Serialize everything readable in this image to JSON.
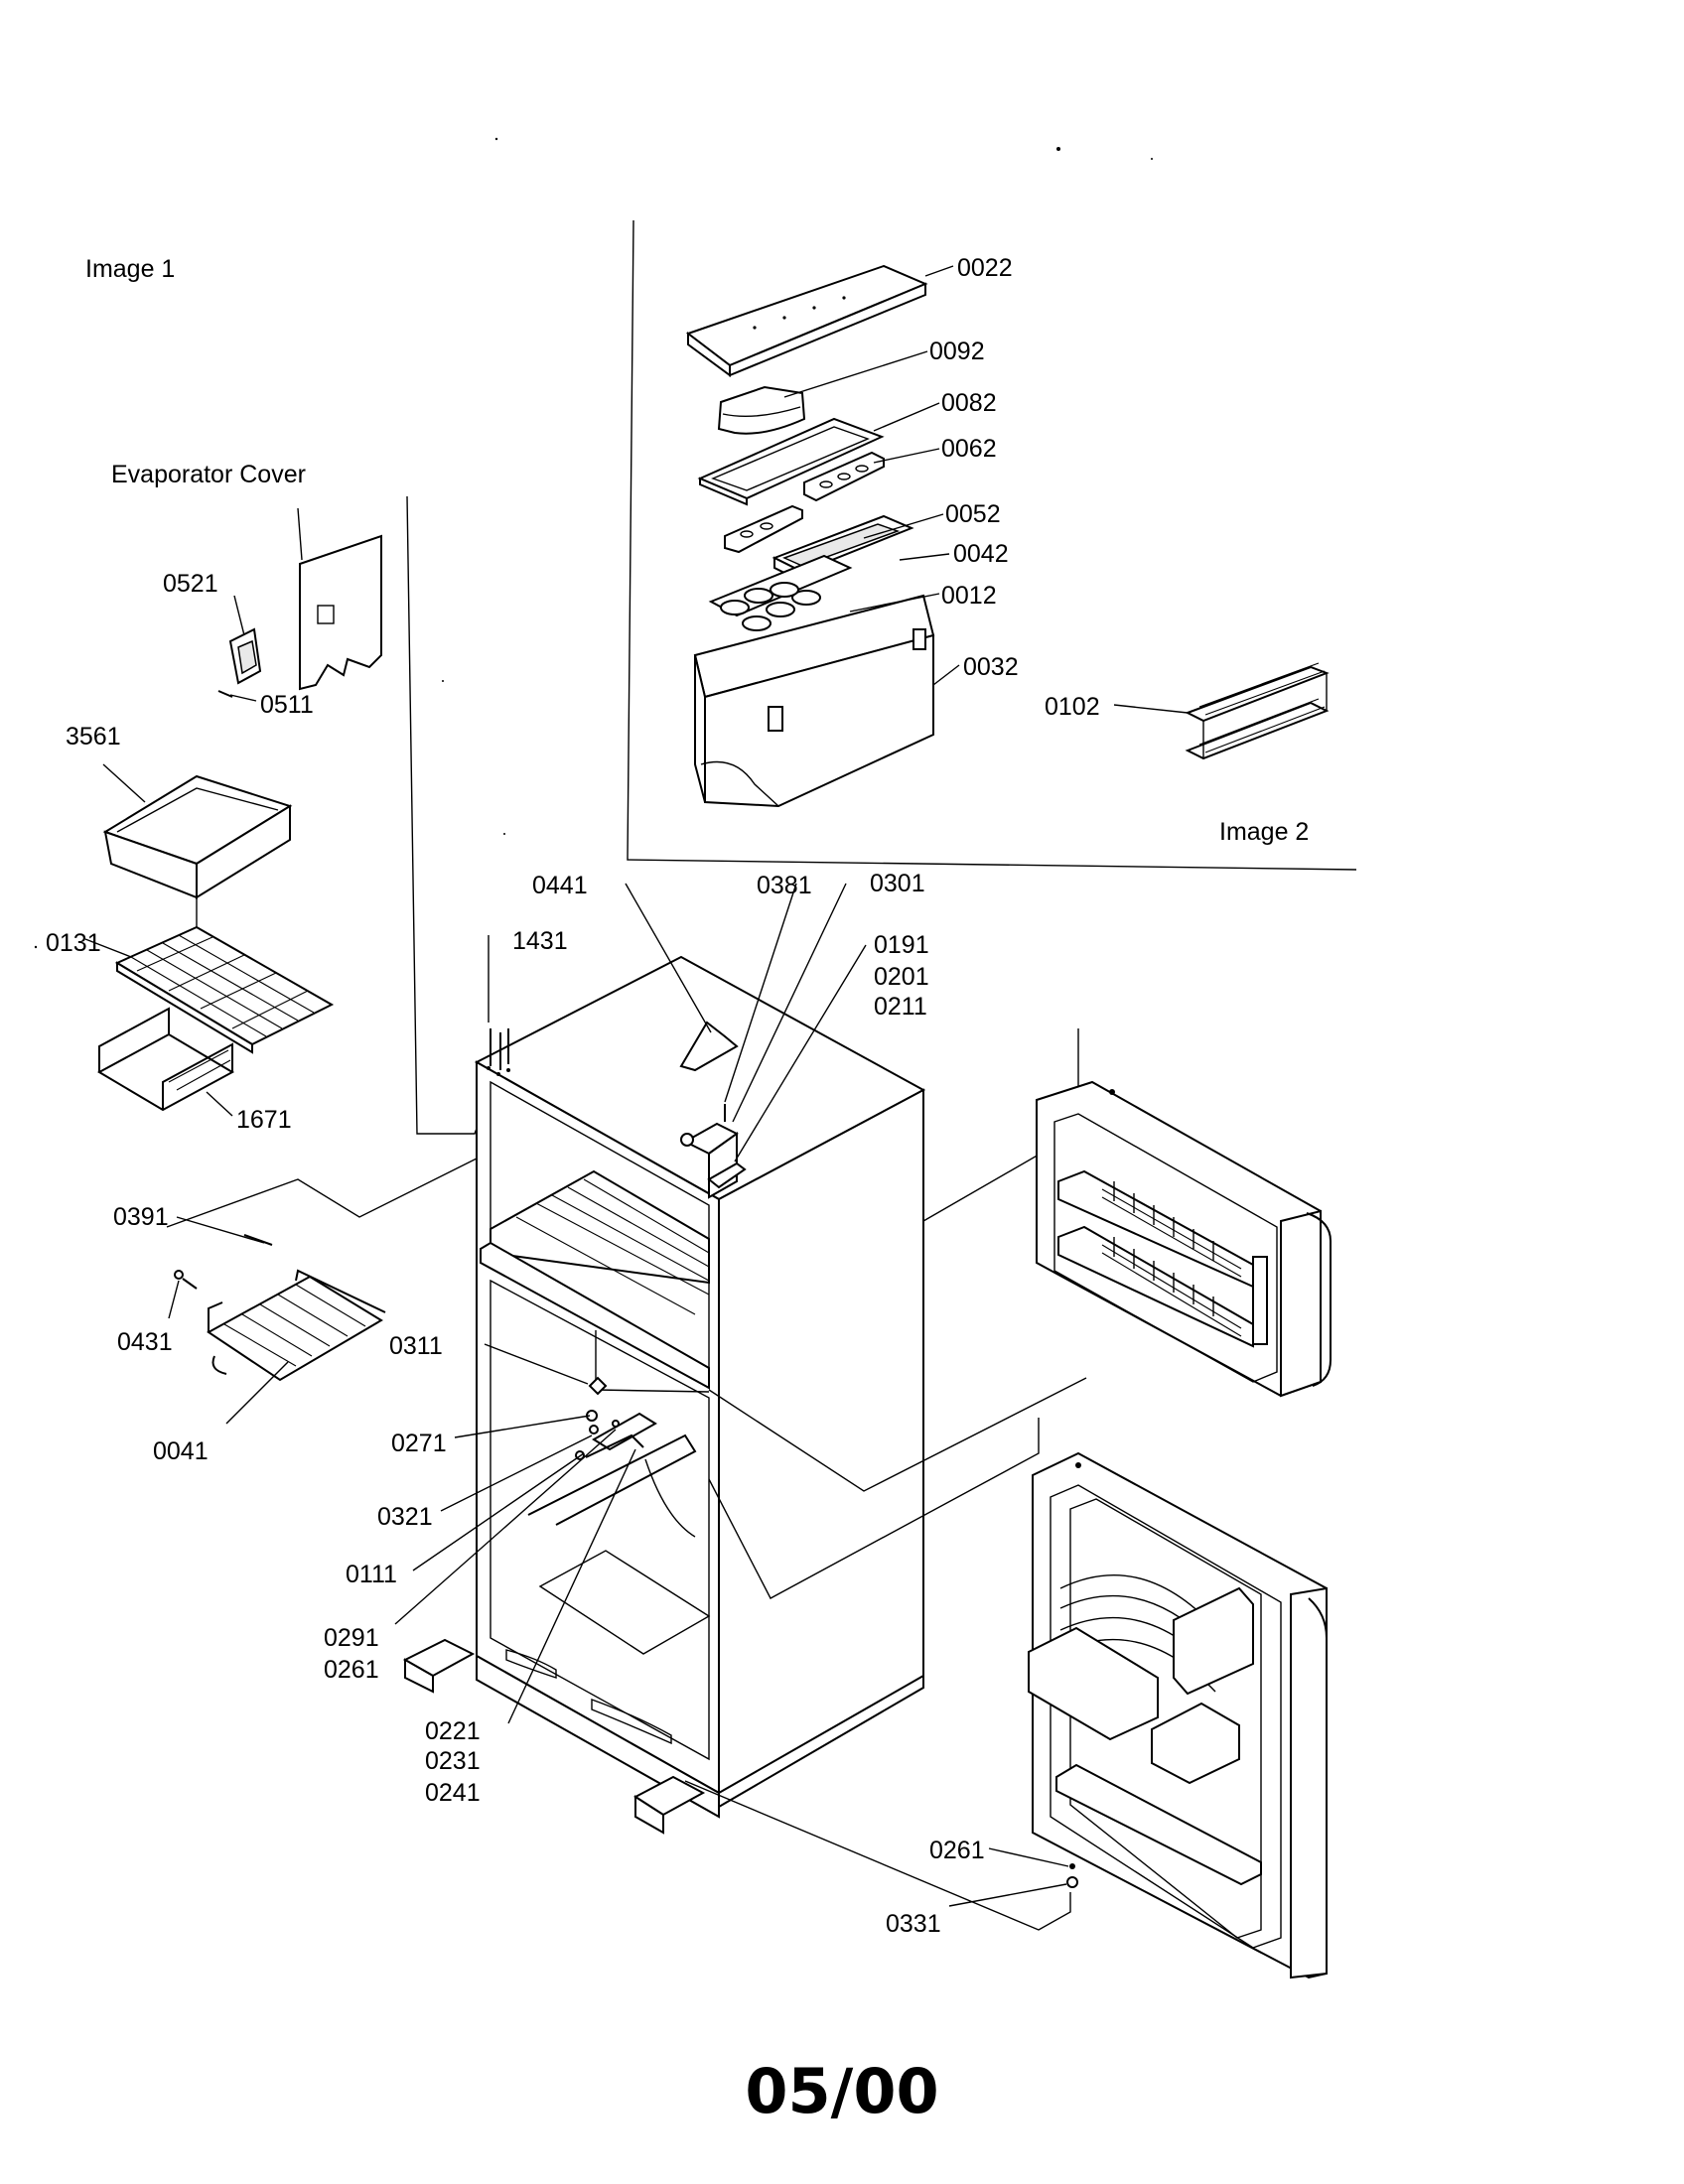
{
  "captions": {
    "image1": "Image 1",
    "image2": "Image 2",
    "evaporator_cover": "Evaporator Cover"
  },
  "footer": {
    "date": "05/00"
  },
  "callouts": {
    "c0022": "0022",
    "c0092": "0092",
    "c0082": "0082",
    "c0062": "0062",
    "c0052": "0052",
    "c0042": "0042",
    "c0012": "0012",
    "c0032": "0032",
    "c0102": "0102",
    "c0521": "0521",
    "c0511": "0511",
    "c3561": "3561",
    "c0131": "0131",
    "c1671": "1671",
    "c0391": "0391",
    "c0431": "0431",
    "c0041": "0041",
    "c1431": "1431",
    "c0441": "0441",
    "c0381": "0381",
    "c0301": "0301",
    "c0191": "0191",
    "c0201": "0201",
    "c0211": "0211",
    "c0311": "0311",
    "c0271": "0271",
    "c0321": "0321",
    "c0111": "0111",
    "c0291": "0291",
    "c0261a": "0261",
    "c0221": "0221",
    "c0231": "0231",
    "c0241": "0241",
    "c0261b": "0261",
    "c0331": "0331"
  }
}
